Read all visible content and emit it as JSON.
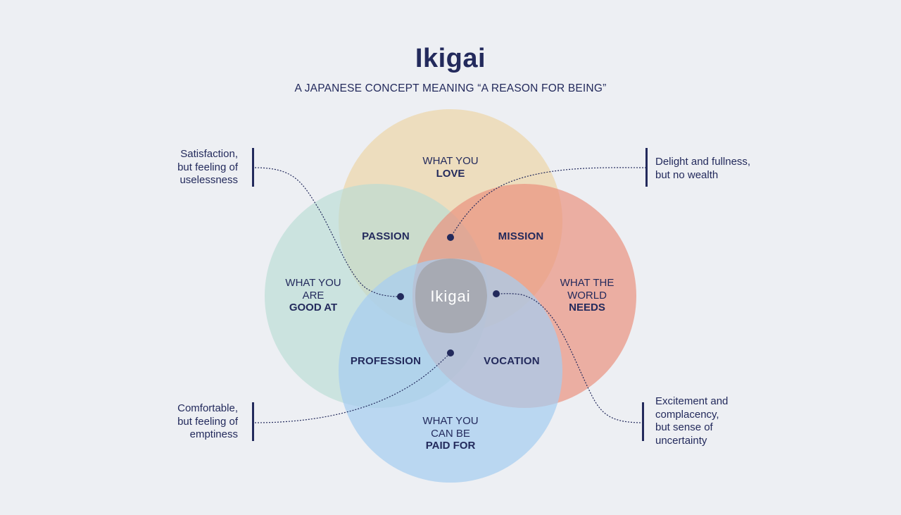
{
  "title": "Ikigai",
  "subtitle": "A JAPANESE CONCEPT MEANING “A REASON FOR BEING”",
  "center_label": "Ikigai",
  "colors": {
    "text": "#232a5c",
    "background": "#edeff3",
    "love": "#ecd9b4",
    "good_at": "#b8dcd4",
    "world_needs": "#eb8f7c",
    "paid_for": "#a6cdf0"
  },
  "circles": [
    {
      "id": "love",
      "line1": "WHAT YOU",
      "line2": "",
      "bold": "LOVE"
    },
    {
      "id": "good_at",
      "line1": "WHAT YOU",
      "line2": "ARE",
      "bold": "GOOD AT"
    },
    {
      "id": "world_needs",
      "line1": "WHAT THE",
      "line2": "WORLD",
      "bold": "NEEDS"
    },
    {
      "id": "paid_for",
      "line1": "WHAT YOU",
      "line2": "CAN BE",
      "bold": "PAID FOR"
    }
  ],
  "overlaps": {
    "passion": "PASSION",
    "mission": "MISSION",
    "profession": "PROFESSION",
    "vocation": "VOCATION"
  },
  "notes": {
    "top_left": [
      "Satisfaction,",
      "but feeling of",
      "uselessness"
    ],
    "top_right": [
      "Delight and fullness,",
      "but no wealth"
    ],
    "bottom_left": [
      "Comfortable,",
      "but feeling of",
      "emptiness"
    ],
    "bottom_right": [
      "Excitement and",
      "complacency,",
      "but sense of",
      "uncertainty"
    ]
  }
}
